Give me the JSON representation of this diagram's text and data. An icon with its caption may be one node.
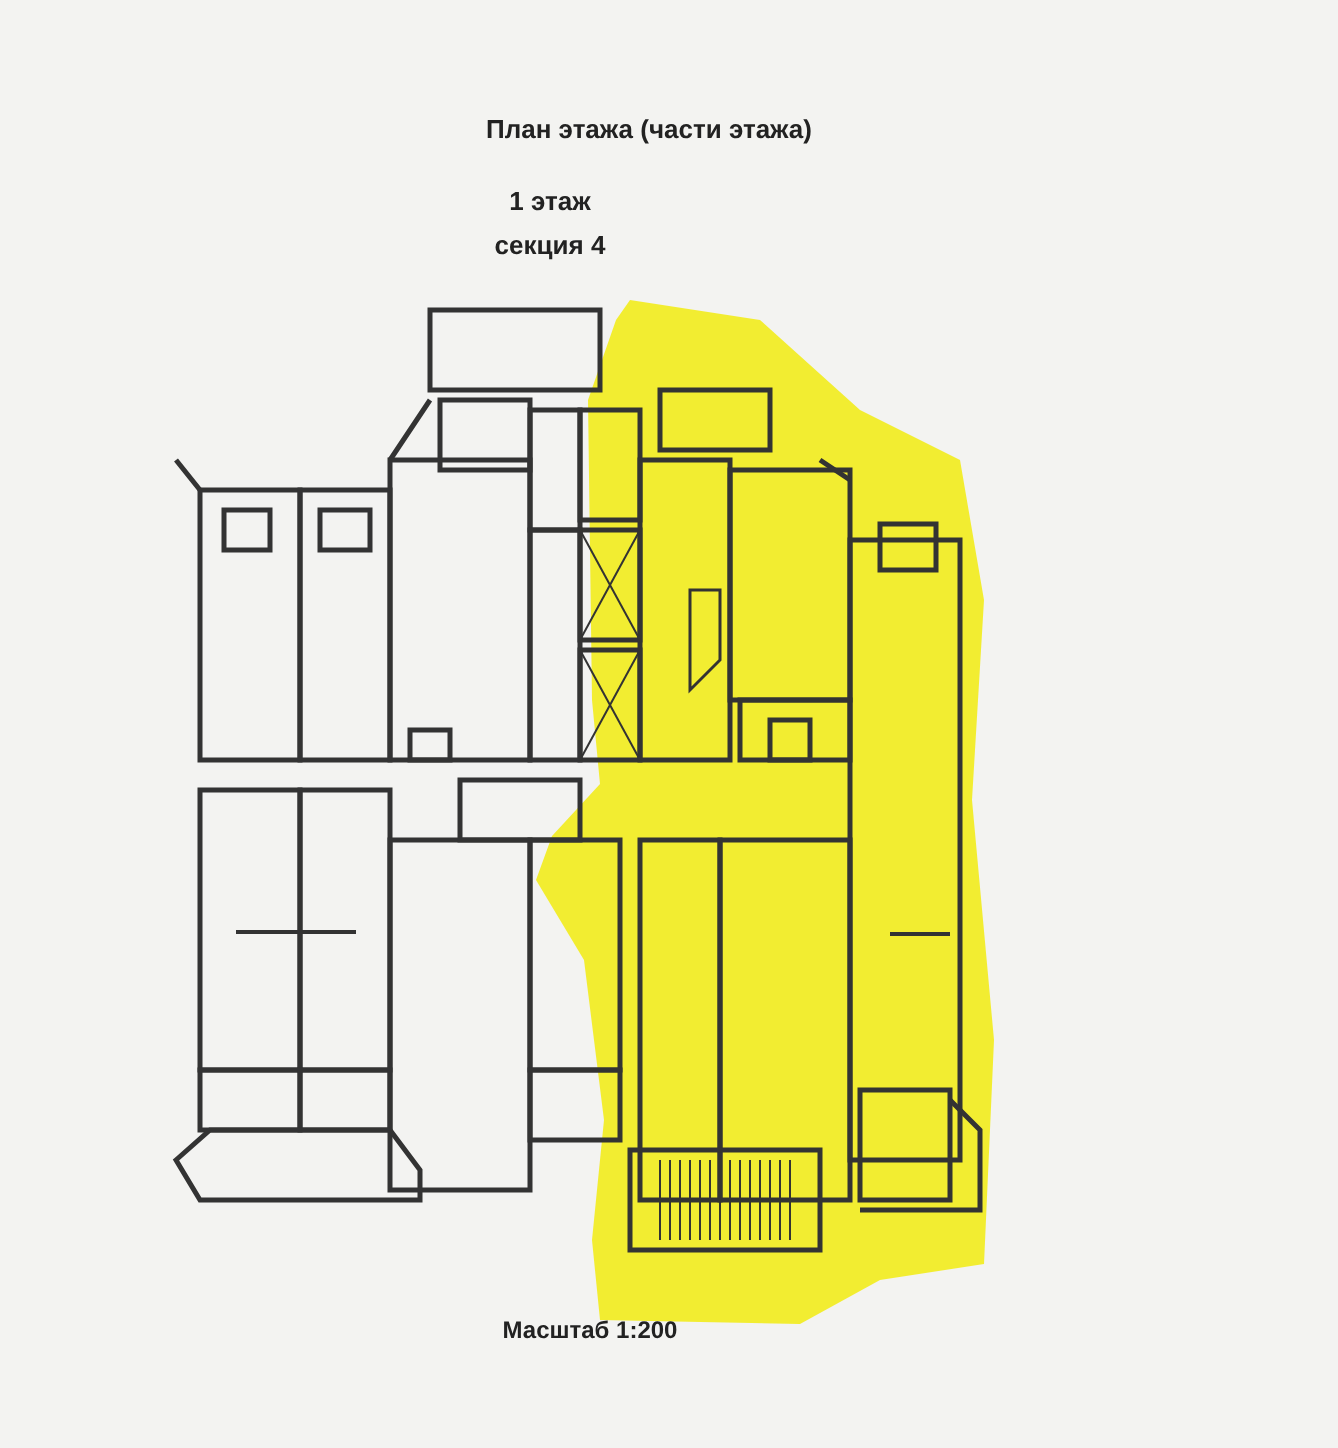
{
  "diagram": {
    "title": "План этажа (части этажа)",
    "labels": [
      "1 этаж",
      "секция 4",
      "Масштаб 1:200"
    ]
  }
}
